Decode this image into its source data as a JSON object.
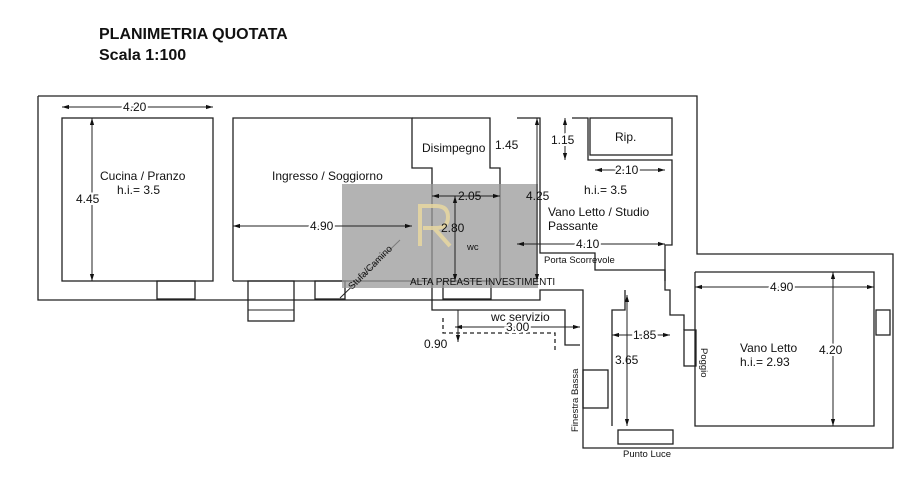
{
  "header": {
    "title": "PLANIMETRIA QUOTATA",
    "scale": "Scala 1:100"
  },
  "rooms": {
    "cucina": {
      "name": "Cucina / Pranzo",
      "height": "h.i.= 3.5"
    },
    "soggiorno": {
      "name": "Ingresso / Soggiorno"
    },
    "disimpegno": {
      "name": "Disimpegno"
    },
    "rip": {
      "name": "Rip."
    },
    "studio": {
      "name1": "Vano Letto / Studio",
      "name2": "Passante",
      "height": "h.i.= 3.5"
    },
    "wc": {
      "name": "wc"
    },
    "wc_servizio": {
      "name": "wc servizio"
    },
    "vano_letto": {
      "name": "Vano Letto",
      "height": "h.i.= 2.93"
    }
  },
  "annotations": {
    "stufa": "Stufa/Camino",
    "porta": "Porta Scorrevole",
    "poggio": "Poggio",
    "finestra": "Finestra Bassa",
    "punto_luce": "Punto Luce"
  },
  "dimensions": {
    "d420a": "4.20",
    "d445": "4.45",
    "d490a": "4.90",
    "d145": "1.45",
    "d115": "1.15",
    "d205": "2.05",
    "d280": "2.80",
    "d425": "4.25",
    "d210": "2.10",
    "d410": "4.10",
    "d300": "3.00",
    "d090": "0.90",
    "d185": "1.85",
    "d365": "3.65",
    "d490b": "4.90",
    "d420b": "4.20"
  },
  "watermark": {
    "text": "ALTA PREASTE INVESTIMENTI",
    "accent": "#e8d7a0",
    "bg": "#9a9a9a"
  }
}
